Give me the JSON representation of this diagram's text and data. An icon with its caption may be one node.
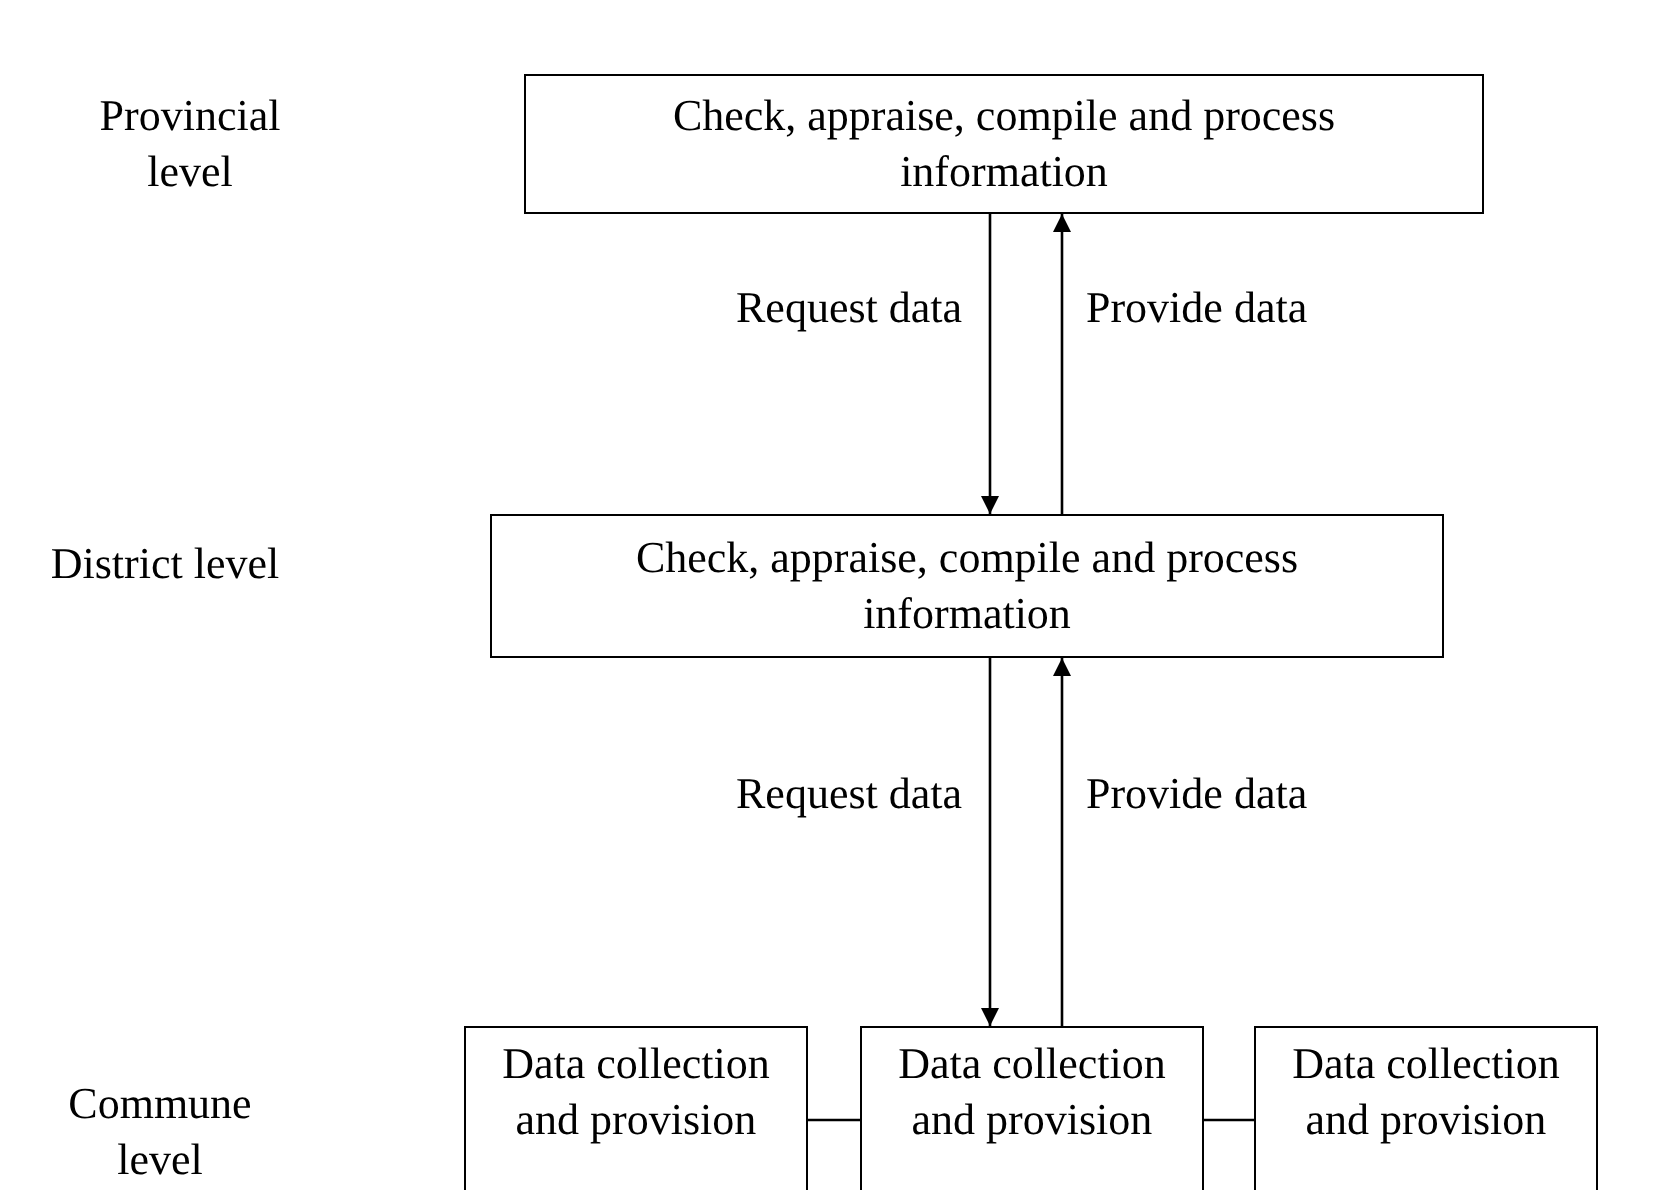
{
  "diagram": {
    "nodes": [
      {
        "text": [
          "Check, appraise, compile and process information"
        ]
      },
      {
        "text": [
          "Check, appraise, compile and process information"
        ]
      },
      {
        "text": [
          "Data collection and provision"
        ]
      },
      {
        "text": [
          "Data collection and provision"
        ]
      },
      {
        "text": [
          "Data collection and provision"
        ]
      }
    ],
    "edges": [
      {
        "from": 0,
        "to": 1,
        "arrow": "to",
        "label": "Request data"
      },
      {
        "from": 1,
        "to": 0,
        "arrow": "to",
        "label": "Provide data"
      },
      {
        "from": 1,
        "to": 3,
        "arrow": "to",
        "label": "Request data"
      },
      {
        "from": 3,
        "to": 1,
        "arrow": "to",
        "label": "Provide data"
      },
      {
        "from": 2,
        "to": 3,
        "arrow": "none"
      },
      {
        "from": 3,
        "to": 4,
        "arrow": "none"
      }
    ],
    "labels": [
      "Provincial level",
      "District level",
      "Commune level"
    ]
  }
}
